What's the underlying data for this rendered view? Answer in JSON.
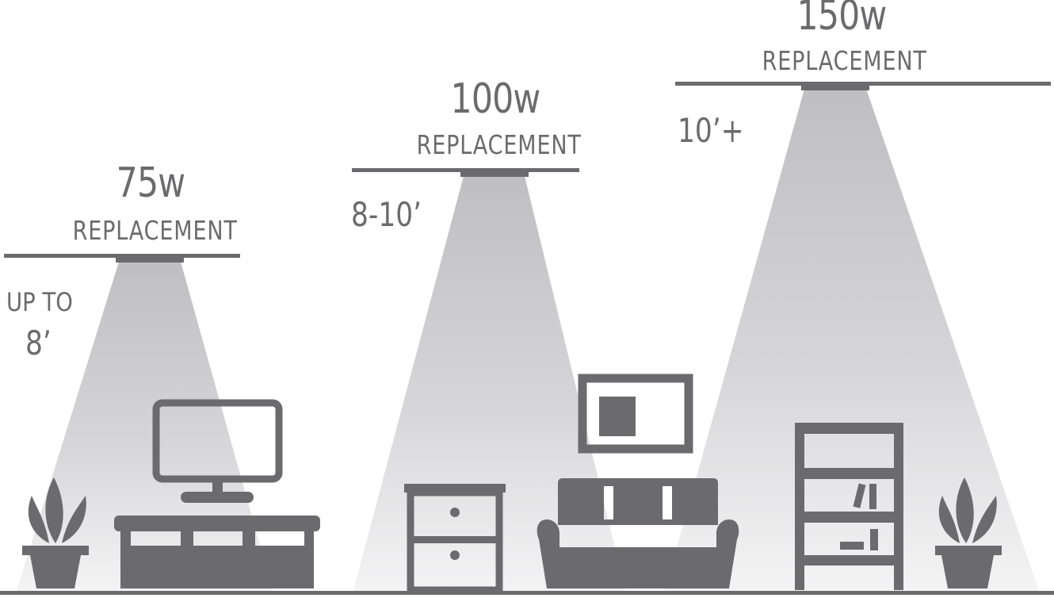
{
  "tiers": [
    {
      "wattage": "75w",
      "label": "REPLACEMENT",
      "height_line1": "UP TO",
      "height_line2": "8’"
    },
    {
      "wattage": "100w",
      "label": "REPLACEMENT",
      "height": "8-10’"
    },
    {
      "wattage": "150w",
      "label": "REPLACEMENT",
      "height": "10’+"
    }
  ],
  "colors": {
    "ink": "#6b6b6d",
    "beam_top": "#c2c2c4",
    "beam_bottom": "#f2f2f3",
    "background": "#ffffff"
  },
  "icons": [
    "plant-icon",
    "tv-icon",
    "tv-stand-icon",
    "nightstand-icon",
    "picture-frame-icon",
    "sofa-icon",
    "bookshelf-icon",
    "plant-icon"
  ]
}
